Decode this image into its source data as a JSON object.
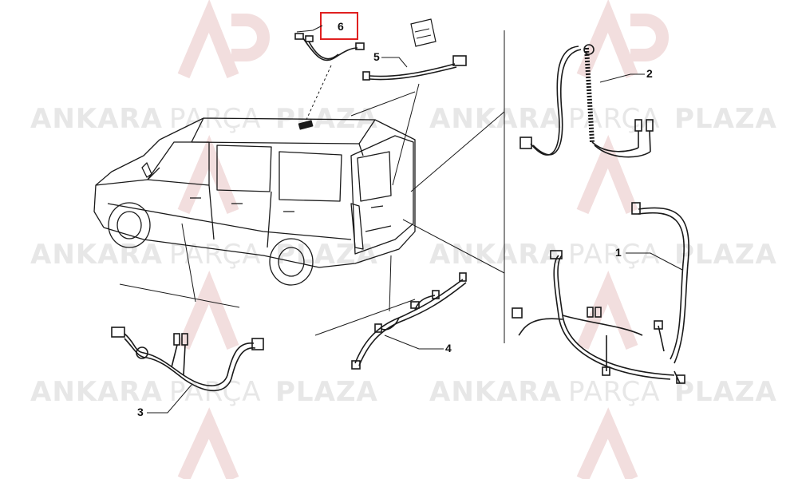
{
  "watermark": {
    "word_1": "ANKARA",
    "word_2": "PARÇA",
    "word_3": "PLAZA",
    "logo_letters": "AP"
  },
  "callouts": [
    {
      "id": "1",
      "label": "1"
    },
    {
      "id": "2",
      "label": "2"
    },
    {
      "id": "3",
      "label": "3"
    },
    {
      "id": "4",
      "label": "4"
    },
    {
      "id": "5",
      "label": "5"
    },
    {
      "id": "6",
      "label": "6"
    }
  ],
  "highlight": {
    "target": "6",
    "color": "#e02020"
  },
  "colors": {
    "line": "#1a1a1a",
    "watermark": "#e6e6e6",
    "logo_red": "#f3d6d6"
  }
}
